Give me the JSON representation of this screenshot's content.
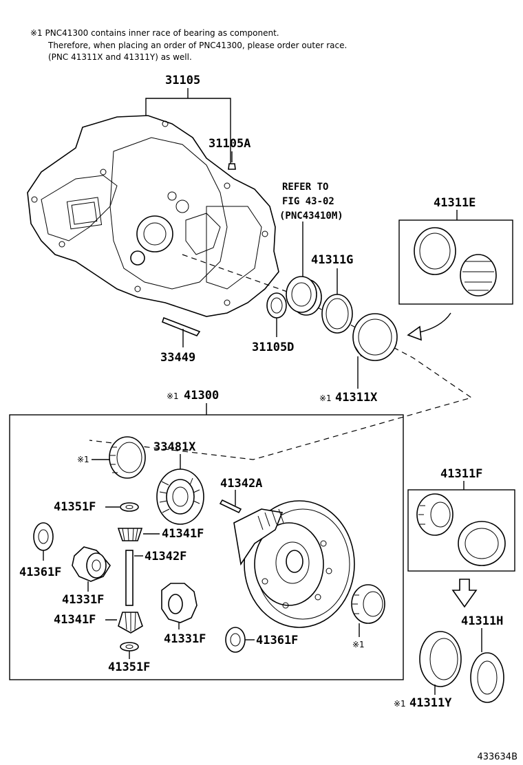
{
  "notes": {
    "line1": "※1 PNC41300 contains inner race of bearing as component.",
    "line2": "Therefore, when placing an order of PNC41300, please order outer race.",
    "line3": "(PNC 41311X and 41311Y) as well."
  },
  "labels": {
    "p31105": "31105",
    "p31105A": "31105A",
    "refer1": "REFER TO",
    "refer2": "FIG 43-02",
    "refer3": "(PNC43410M)",
    "p41311E": "41311E",
    "p41311G": "41311G",
    "p31105D": "31105D",
    "p33449": "33449",
    "p41311X": "41311X",
    "p41300": "41300",
    "p33481X": "33481X",
    "p41342A": "41342A",
    "p41351F_top": "41351F",
    "p41341F_right": "41341F",
    "p41361F_left": "41361F",
    "p41342F": "41342F",
    "p41331F_left": "41331F",
    "p41341F_left": "41341F",
    "p41331F_bottom": "41331F",
    "p41361F_bottom": "41361F",
    "p41351F_bottom": "41351F",
    "p41311F": "41311F",
    "p41311H": "41311H",
    "p41311Y": "41311Y"
  },
  "marks": {
    "note_mark": "※1"
  },
  "figure_ref": "433634B"
}
